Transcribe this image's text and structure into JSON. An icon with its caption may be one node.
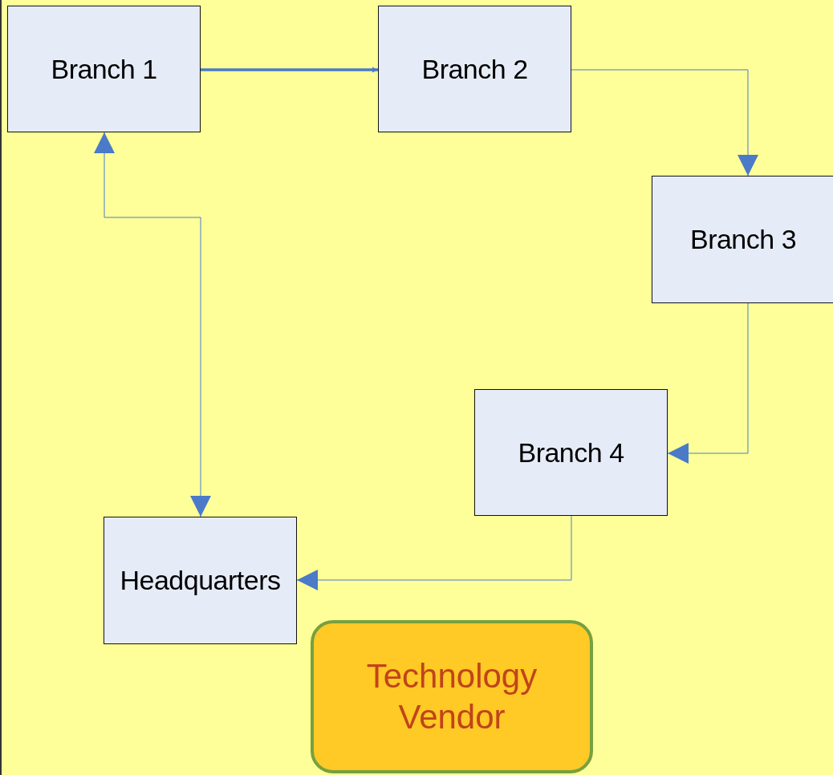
{
  "diagram": {
    "nodes": [
      {
        "text": [
          "Branch 1"
        ]
      },
      {
        "text": [
          "Branch 2"
        ]
      },
      {
        "text": [
          "Branch 3"
        ]
      },
      {
        "text": [
          "Branch 4"
        ]
      },
      {
        "text": [
          "Headquarters"
        ]
      },
      {
        "text": [
          "Technology Vendor"
        ]
      }
    ],
    "edges": [
      {
        "from": 0,
        "to": 1,
        "arrow": "to",
        "style": "thick"
      },
      {
        "from": 1,
        "to": 2,
        "arrow": "to"
      },
      {
        "from": 2,
        "to": 3,
        "arrow": "to"
      },
      {
        "from": 3,
        "to": 4,
        "arrow": "to"
      },
      {
        "from": 0,
        "to": 4,
        "arrow": "both"
      }
    ]
  }
}
